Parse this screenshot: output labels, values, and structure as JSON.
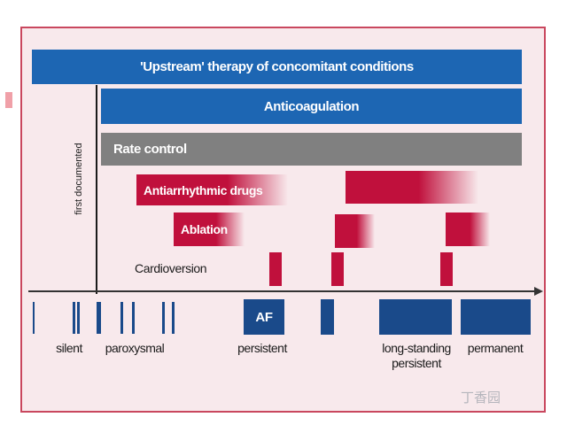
{
  "diagram": {
    "bars": {
      "upstream": "'Upstream' therapy of concomitant conditions",
      "anticoagulation": "Anticoagulation",
      "rate_control": "Rate control",
      "antiarrhythmic": "Antiarrhythmic drugs",
      "ablation": "Ablation",
      "cardioversion": "Cardioversion"
    },
    "axis_label": "first documented",
    "af_label": "AF",
    "stages": {
      "silent": "silent",
      "paroxysmal": "paroxysmal",
      "persistent": "persistent",
      "longstanding_1": "long-standing",
      "longstanding_2": "persistent",
      "permanent": "permanent"
    },
    "colors": {
      "blue": "#1d66b3",
      "grey": "#808080",
      "red": "#c0103c",
      "navy": "#1a4a8a",
      "background": "#f8e9ec",
      "border": "#c9475e"
    },
    "watermark": "丁香园"
  }
}
